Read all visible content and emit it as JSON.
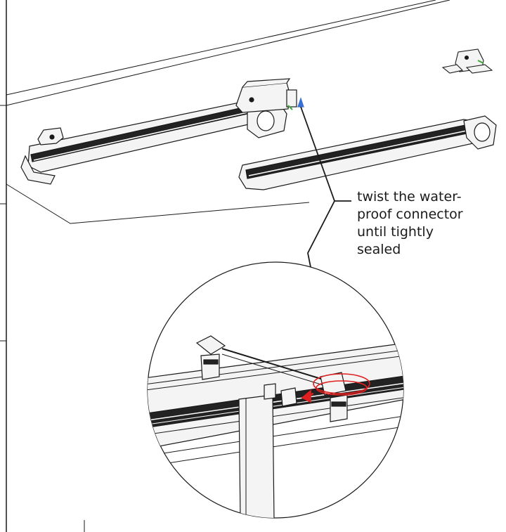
{
  "callout": {
    "lines": [
      "twist the water-",
      "proof connector",
      "until tightly",
      "sealed"
    ]
  },
  "colors": {
    "line": "#1a1a1a",
    "fixture_body": "#f4f4f4",
    "stripe": "#222222",
    "rotate_arrow": "#e02020",
    "indicator_arrow": "#3a6fd8",
    "connector_accent": "#3aa83a"
  }
}
